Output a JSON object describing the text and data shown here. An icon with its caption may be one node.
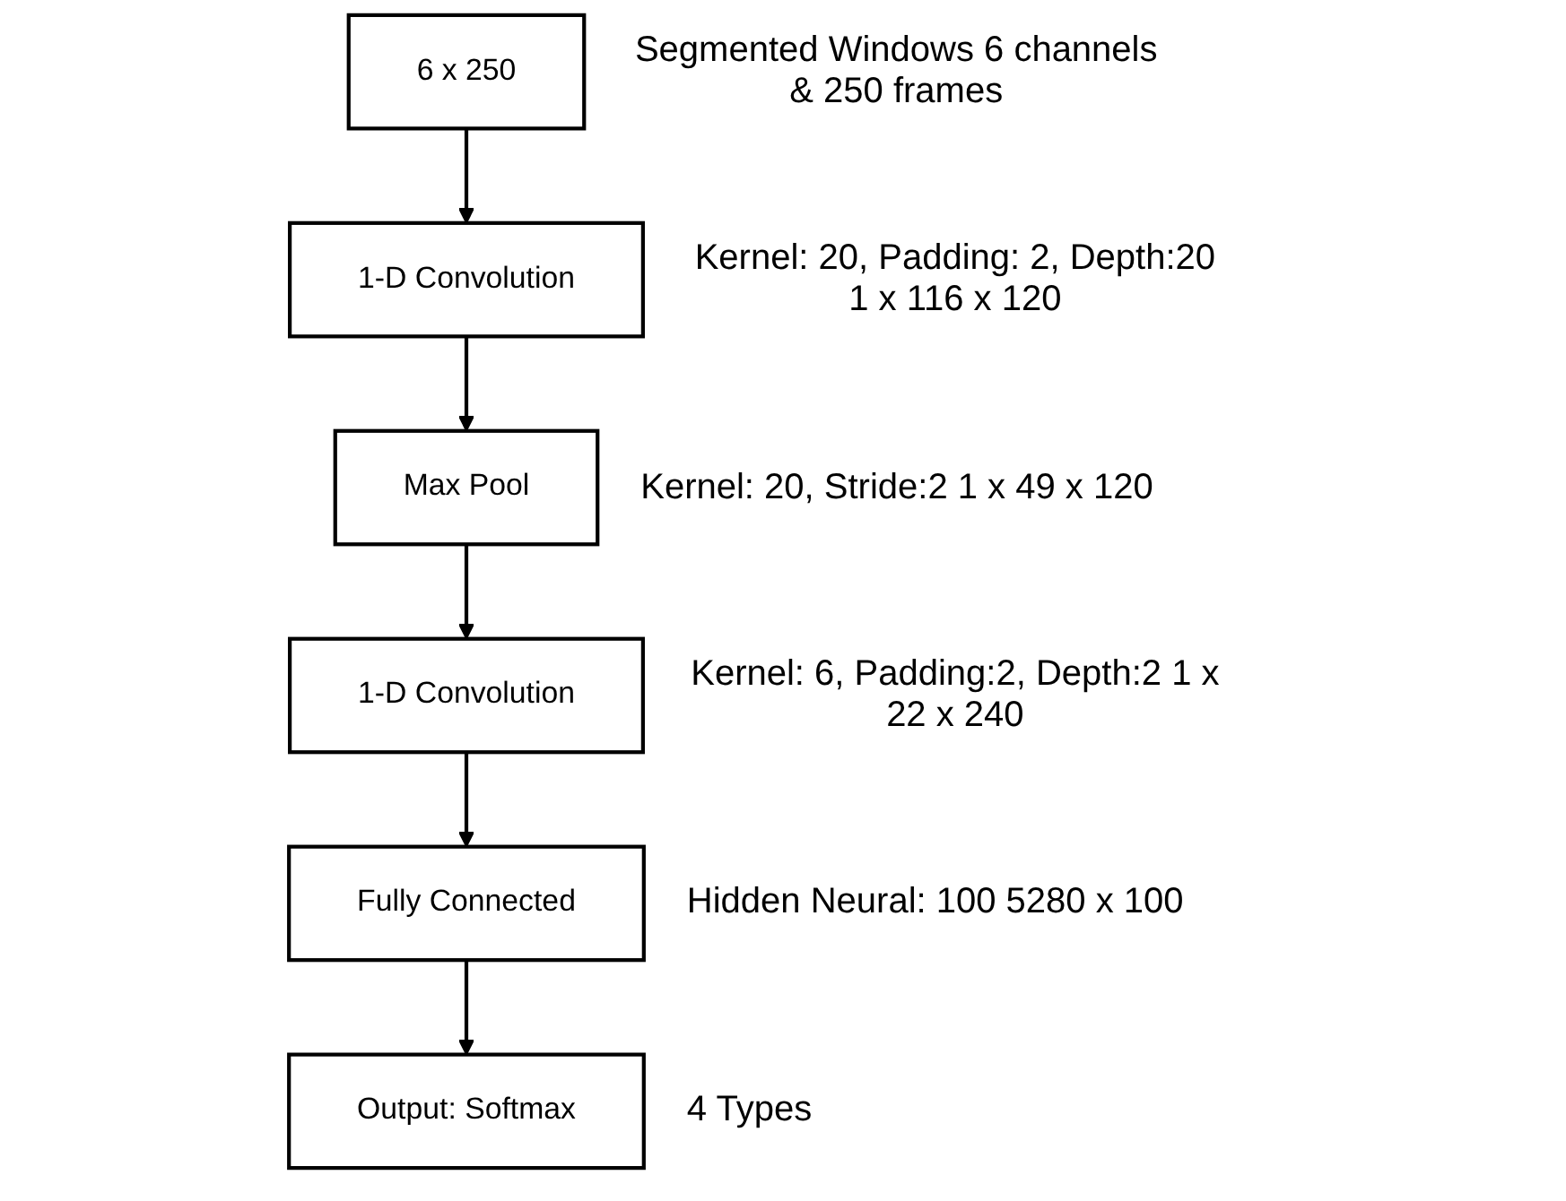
{
  "diagram": {
    "nodes": [
      {
        "text": [
          "6 x 250"
        ],
        "beside": [
          "Segmented Windows 6 channels & 250 frames"
        ]
      },
      {
        "text": [
          "1-D Convolution"
        ],
        "beside": [
          "Kernel: 20, Padding: 2, Depth:20 1 x 116 x 120"
        ]
      },
      {
        "text": [
          "Max Pool"
        ],
        "beside": [
          "Kernel: 20, Stride:2 1 x 49 x 120"
        ]
      },
      {
        "text": [
          "1-D Convolution"
        ],
        "beside": [
          "Kernel: 6, Padding:2, Depth:2 1 x 22 x 240"
        ]
      },
      {
        "text": [
          "Fully Connected"
        ],
        "beside": [
          "Hidden Neural: 100 5280 x 100"
        ]
      },
      {
        "text": [
          "Output: Softmax"
        ],
        "beside": [
          "4 Types"
        ]
      }
    ],
    "edges": [
      {
        "from": 0,
        "to": 1,
        "arrow": "to"
      },
      {
        "from": 1,
        "to": 2,
        "arrow": "to"
      },
      {
        "from": 2,
        "to": 3,
        "arrow": "to"
      },
      {
        "from": 3,
        "to": 4,
        "arrow": "to"
      },
      {
        "from": 4,
        "to": 5,
        "arrow": "to"
      }
    ]
  }
}
